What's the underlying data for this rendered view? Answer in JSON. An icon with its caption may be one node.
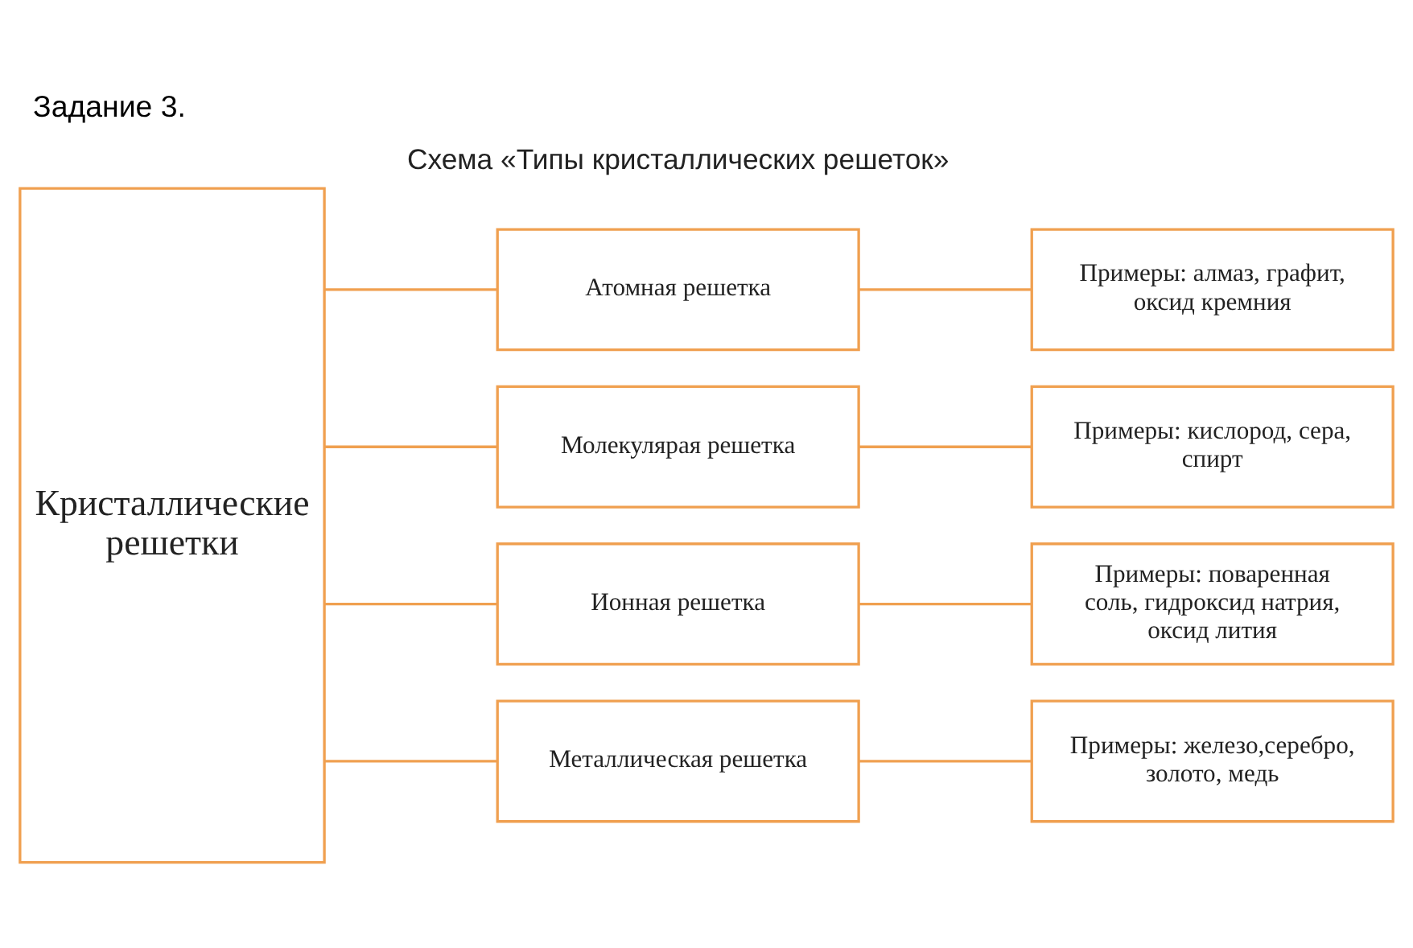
{
  "diagram": {
    "title": "Задание 3.",
    "nodes": [
      {
        "text": [
          "Кристаллические решетки"
        ]
      },
      {
        "text": [
          "Атомная решетка"
        ]
      },
      {
        "text": [
          "Примеры: алмаз, графит, оксид кремния"
        ]
      },
      {
        "text": [
          "Молекулярая решетка"
        ]
      },
      {
        "text": [
          "Примеры: кислород, сера, спирт"
        ]
      },
      {
        "text": [
          "Ионная решетка"
        ]
      },
      {
        "text": [
          "Примеры: поваренная соль, гидроксид натрия, оксид лития"
        ]
      },
      {
        "text": [
          "Металлическая решетка"
        ]
      },
      {
        "text": [
          "Примеры: железо,серебро, золото, медь"
        ]
      }
    ],
    "edges": [
      {
        "from": 0,
        "to": 1,
        "arrow": "none"
      },
      {
        "from": 0,
        "to": 3,
        "arrow": "none"
      },
      {
        "from": 0,
        "to": 5,
        "arrow": "none"
      },
      {
        "from": 0,
        "to": 7,
        "arrow": "none"
      },
      {
        "from": 1,
        "to": 2,
        "arrow": "none"
      },
      {
        "from": 3,
        "to": 4,
        "arrow": "none"
      },
      {
        "from": 5,
        "to": 6,
        "arrow": "none"
      },
      {
        "from": 7,
        "to": 8,
        "arrow": "none"
      }
    ],
    "labels": [
      "Схема «Типы кристаллических решеток»"
    ]
  }
}
